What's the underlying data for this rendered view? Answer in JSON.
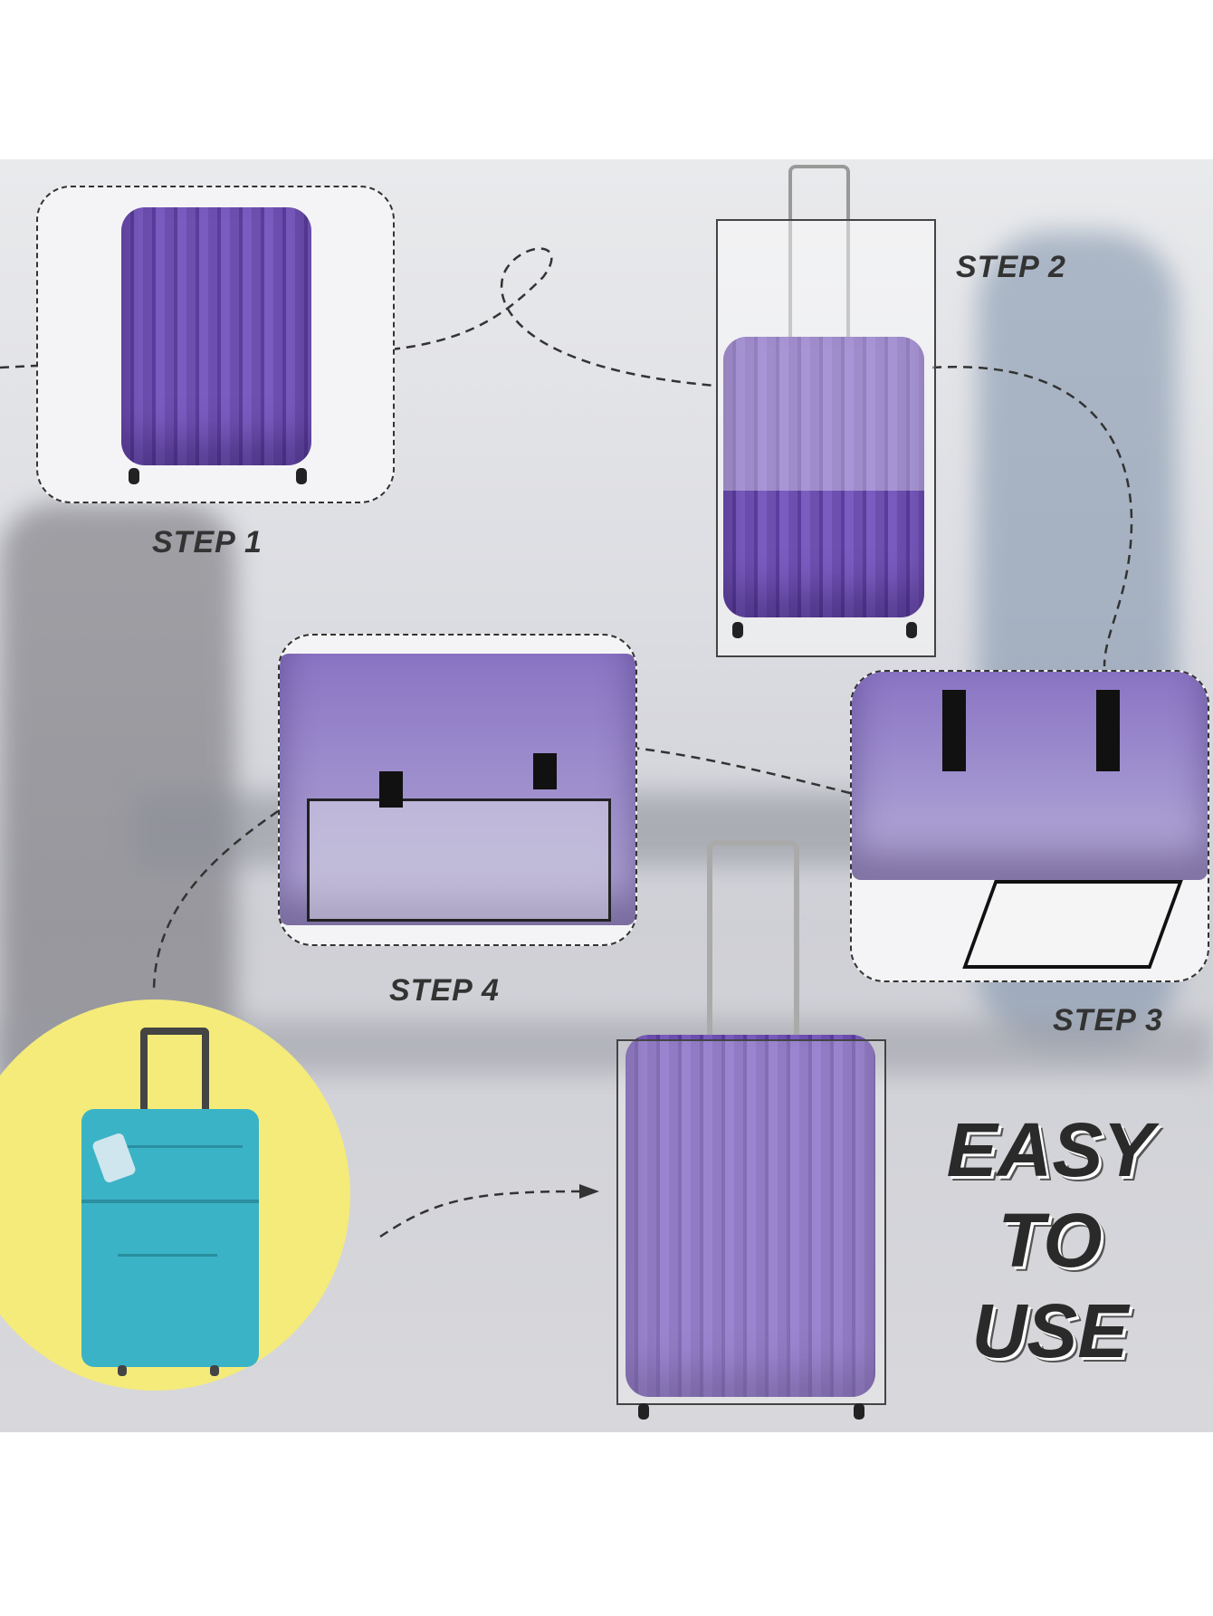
{
  "steps": {
    "step1": "STEP 1",
    "step2": "STEP 2",
    "step3": "STEP 3",
    "step4": "STEP 4"
  },
  "tagline": [
    "EASY",
    "TO",
    "USE"
  ],
  "colors": {
    "suitcase": "#6d4fb0",
    "circle": "#f4eb7a",
    "teal_suitcase": "#3bb3c6"
  }
}
